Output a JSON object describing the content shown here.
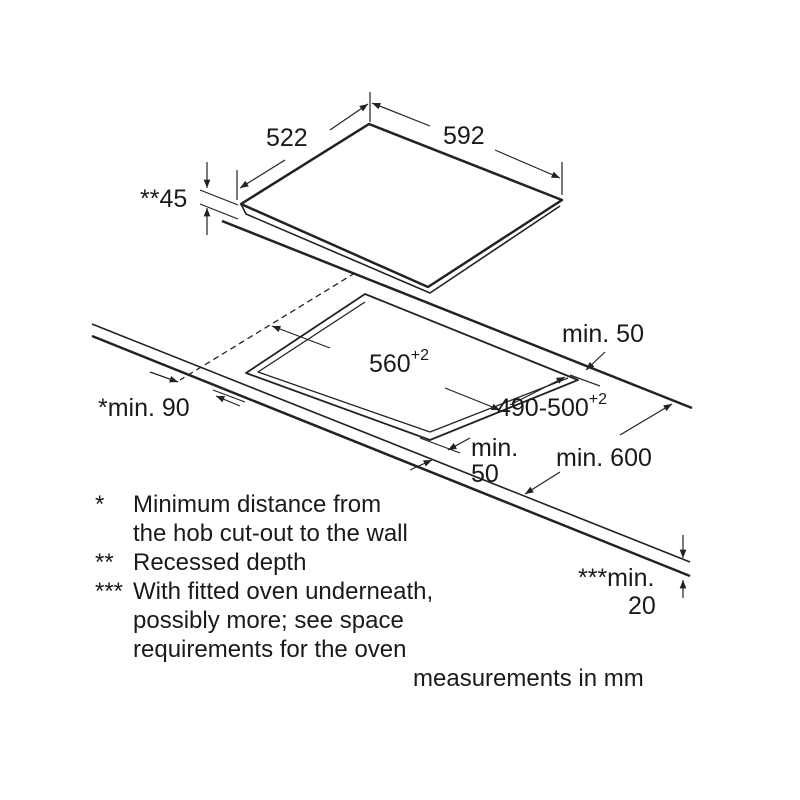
{
  "dimensions": {
    "hob_depth": "522",
    "hob_width": "592",
    "recessed_depth": "**45",
    "cutout_width": "560",
    "cutout_width_tol": "+2",
    "cutout_depth": "490-500",
    "cutout_depth_tol": "+2",
    "min_back": "min. 50",
    "min_wall": "*min. 90",
    "min_front_1": "min.",
    "min_front_2": "50",
    "min_worktop": "min. 600",
    "min_oven_1": "***min.",
    "min_oven_2": "20"
  },
  "notes": [
    {
      "mark": "*",
      "lines": [
        "Minimum distance from",
        "the hob cut-out to the wall"
      ]
    },
    {
      "mark": "**",
      "lines": [
        "Recessed depth"
      ]
    },
    {
      "mark": "***",
      "lines": [
        "With fitted oven underneath,",
        "possibly more; see space",
        "requirements for the oven"
      ]
    }
  ],
  "units_note": "measurements in mm"
}
